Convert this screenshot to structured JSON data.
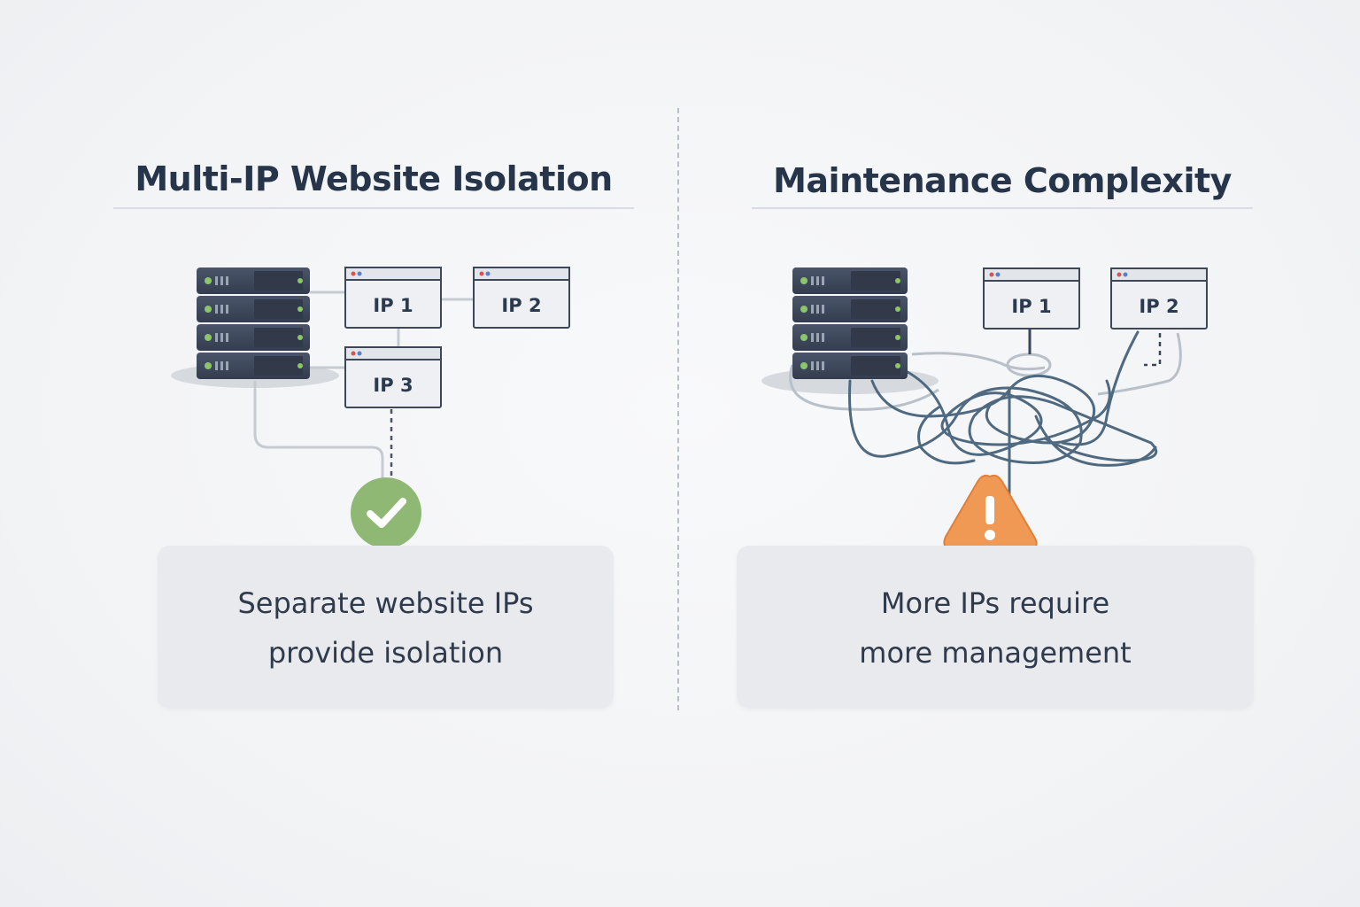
{
  "left_panel": {
    "title": "Multi-IP Website Isolation",
    "windows": [
      "IP 1",
      "IP 2",
      "IP 3"
    ],
    "status_icon": "check-circle-icon",
    "caption_lines": [
      "Separate website IPs",
      "provide isolation"
    ]
  },
  "right_panel": {
    "title": "Maintenance Complexity",
    "windows": [
      "IP 1",
      "IP 2"
    ],
    "status_icon": "warning-triangle-icon",
    "caption_lines": [
      "More IPs require",
      "more management"
    ]
  },
  "colors": {
    "server_body": "#3b4558",
    "server_led": "#8cc66b",
    "cable_clean": "#c6cbd2",
    "cable_tangled": "#4f6a80",
    "check_green": "#8fb874",
    "warning_orange": "#ef9955",
    "title_text": "#26354a"
  }
}
